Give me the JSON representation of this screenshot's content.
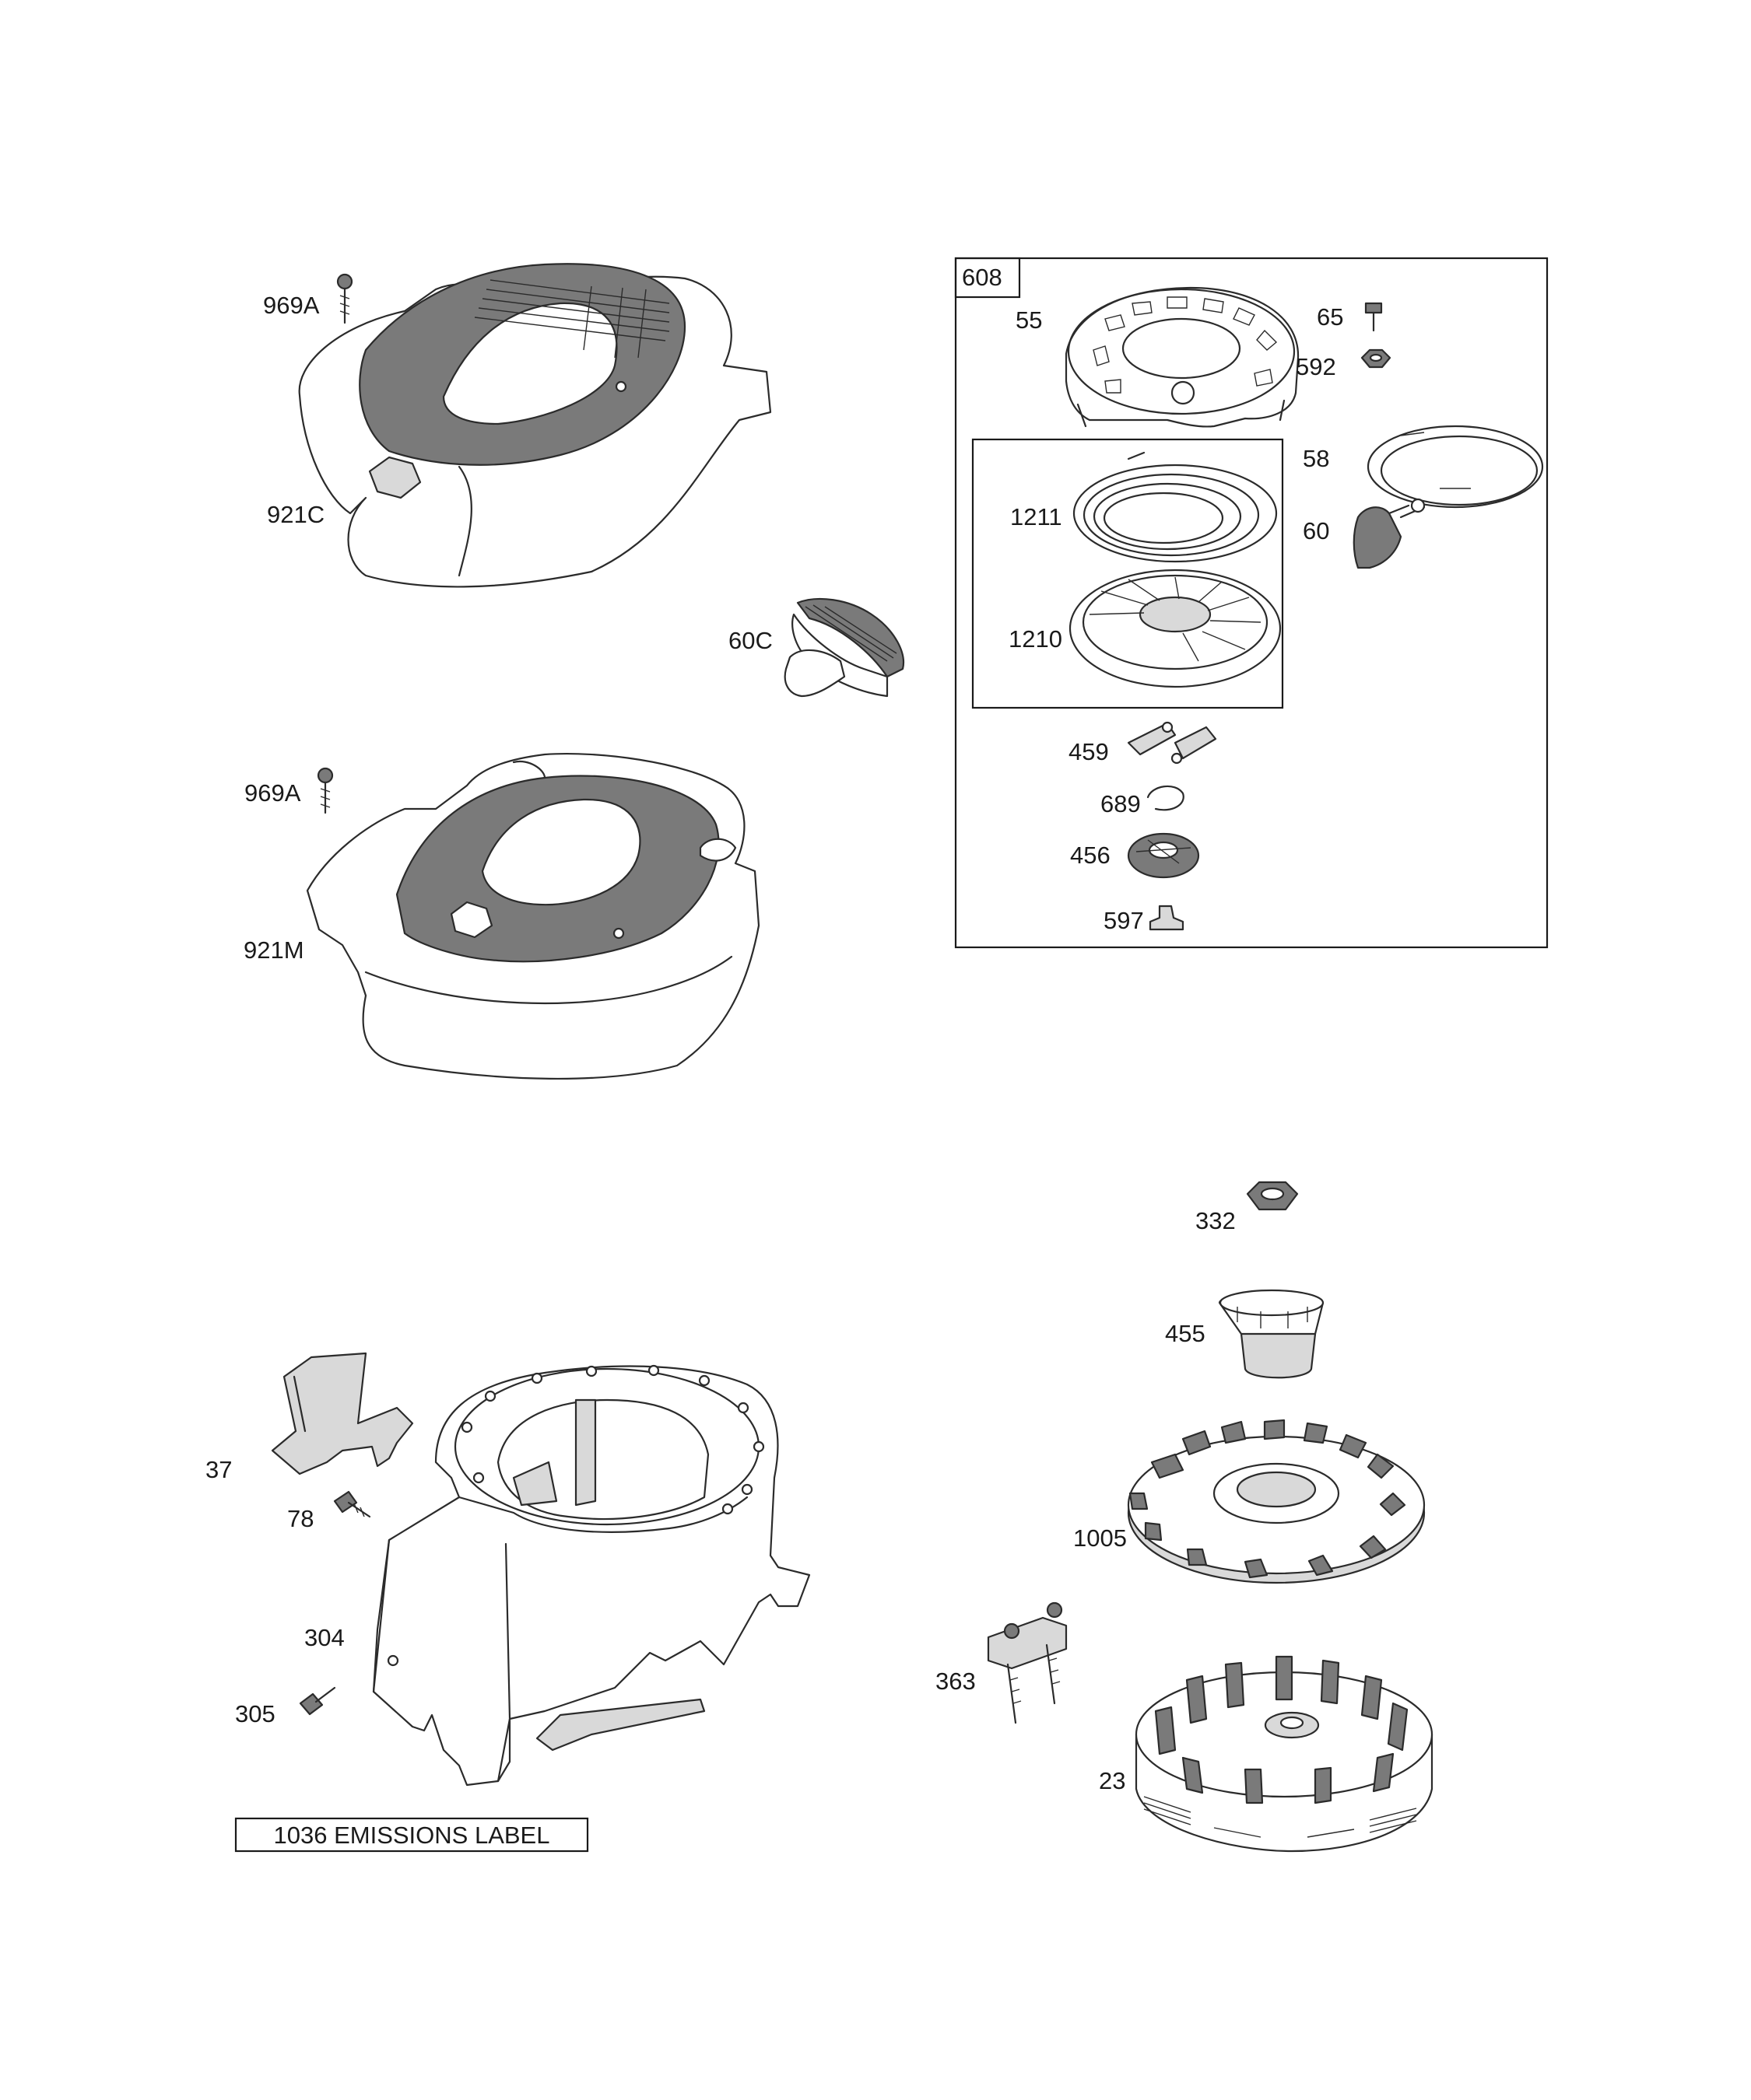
{
  "kit_box_label": "608",
  "emissions_label": "1036 EMISSIONS LABEL",
  "callouts": {
    "c969a_top": "969A",
    "c921c": "921C",
    "c60c": "60C",
    "c969a_bottom": "969A",
    "c921m": "921M",
    "c55": "55",
    "c65": "65",
    "c592": "592",
    "c58": "58",
    "c60": "60",
    "c1211": "1211",
    "c1210": "1210",
    "c459": "459",
    "c689": "689",
    "c456": "456",
    "c597": "597",
    "c332": "332",
    "c455": "455",
    "c1005": "1005",
    "c363": "363",
    "c23": "23",
    "c37": "37",
    "c78": "78",
    "c304": "304",
    "c305": "305"
  },
  "icons": [
    "blower-housing-cover",
    "rewind-starter",
    "flywheel",
    "fan",
    "starter-cup",
    "blower-housing",
    "screw",
    "nut",
    "rope-handle"
  ]
}
